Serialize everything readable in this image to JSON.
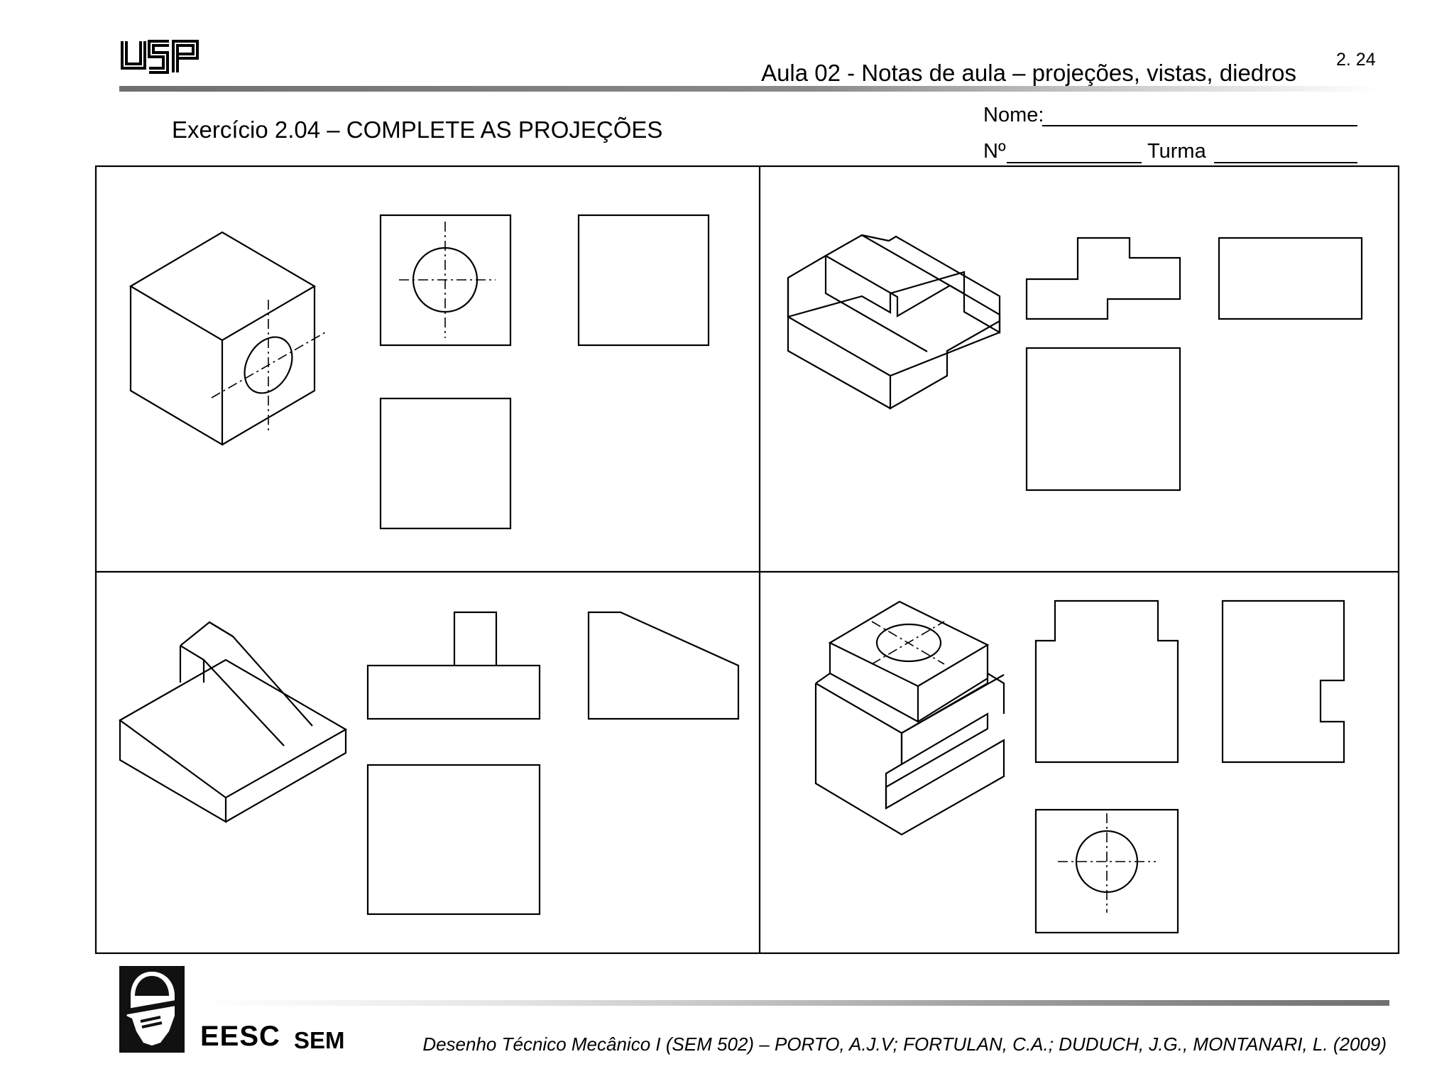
{
  "header": {
    "logo": "USP",
    "title": "Aula 02 - Notas de aula – projeções, vistas, diedros",
    "page_number": "2. 24"
  },
  "exercise": {
    "title": "Exercício 2.04 –  COMPLETE AS PROJEÇÕES"
  },
  "form": {
    "name_label": "Nome:",
    "number_label": "Nº",
    "class_label": "Turma"
  },
  "exercises": [
    {
      "id": "q1",
      "views": [
        "isometric",
        "front-view",
        "side-view",
        "top-view"
      ]
    },
    {
      "id": "q2",
      "views": [
        "isometric",
        "front-view",
        "side-view",
        "top-view"
      ]
    },
    {
      "id": "q3",
      "views": [
        "isometric",
        "front-view",
        "side-view",
        "top-view"
      ]
    },
    {
      "id": "q4",
      "views": [
        "isometric",
        "front-view",
        "side-view",
        "top-view"
      ]
    }
  ],
  "footer": {
    "institution": "EESC",
    "department": "SEM",
    "credits": "Desenho Técnico Mecânico I (SEM 502) – PORTO, A.J.V; FORTULAN, C.A.; DUDUCH, J.G., MONTANARI, L. (2009)"
  }
}
